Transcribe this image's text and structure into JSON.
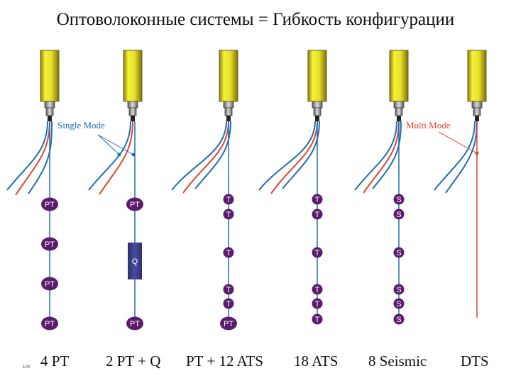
{
  "title": "Оптоволоконные системы = Гибкость конфигурации",
  "colors": {
    "blue_fiber": "#1f6fb0",
    "red_fiber": "#e0442a",
    "sensor_fill": "#5b1c6e",
    "q_fill": "#3c3e8c",
    "cable_yellow": "#e8e82a",
    "label_blue": "#1f6fb0",
    "label_red": "#e0442a"
  },
  "labels": {
    "single_mode": "Single Mode",
    "multi_mode": "Multi Mode"
  },
  "columns": [
    {
      "caption": "4 PT",
      "sensors": [
        "PT",
        "PT",
        "PT",
        "PT"
      ]
    },
    {
      "caption": "2 PT + Q",
      "sensors": [
        "PT",
        "Q",
        "PT"
      ]
    },
    {
      "caption": "PT + 12 ATS",
      "sensors": [
        "T",
        "T",
        "T",
        "T",
        "T",
        "PT"
      ]
    },
    {
      "caption": "18 ATS",
      "sensors": [
        "T",
        "T",
        "T",
        "T",
        "T",
        "T"
      ]
    },
    {
      "caption": "8 Seismic",
      "sensors": [
        "S",
        "S",
        "S",
        "S",
        "S",
        "S"
      ]
    },
    {
      "caption": "DTS",
      "sensors": []
    }
  ],
  "page_number": "100"
}
